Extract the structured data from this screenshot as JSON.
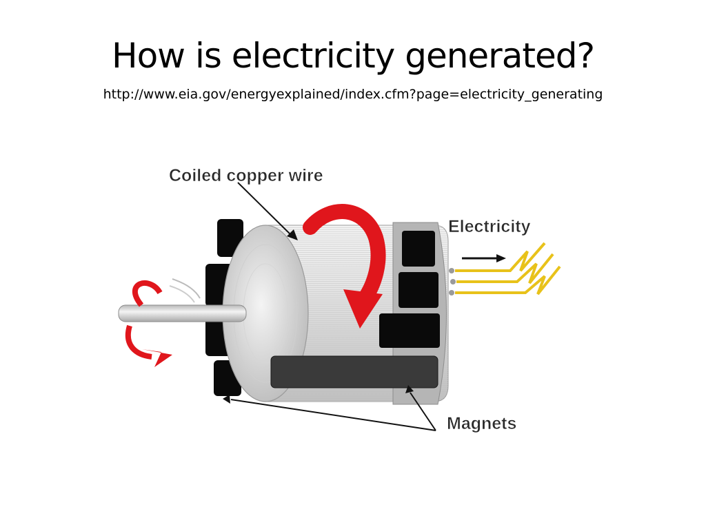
{
  "slide": {
    "title": "How is electricity generated?",
    "source": "http://www.eia.gov/energyexplained/index.cfm?page=electricity_generating"
  },
  "diagram": {
    "labels": {
      "coil": "Coiled copper wire",
      "electricity": "Electricity",
      "magnets": "Magnets"
    },
    "icons": [
      "rotation-arrow-icon",
      "direction-arrow-icon",
      "lightning-bolt-icon"
    ],
    "colors": {
      "rotation_arrow": "#e0161c",
      "electricity": "#e8c21a",
      "magnet": "#0a0a0a",
      "cylinder": "#d8d8d8",
      "shaft": "#dcdcdc"
    }
  }
}
